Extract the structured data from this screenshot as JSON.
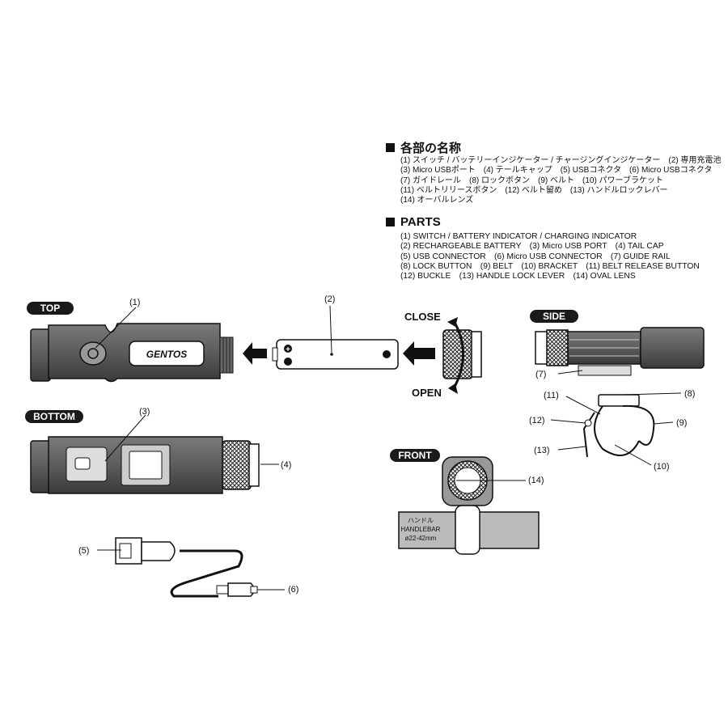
{
  "jp_section": {
    "heading": "各部の名称",
    "lines": [
      "(1) スイッチ / バッテリーインジケーター / チャージングインジケーター　(2) 専用充電池",
      "(3) Micro USBポート　(4) テールキャップ　(5) USBコネクタ　(6) Micro USBコネクタ",
      "(7) ガイドレール　(8) ロックボタン　(9) ベルト　(10) パワーブラケット",
      "(11) ベルトリリースボタン　(12) ベルト留め　(13) ハンドルロックレバー",
      "(14) オーバルレンズ"
    ]
  },
  "en_section": {
    "heading": "PARTS",
    "lines": [
      "(1) SWITCH / BATTERY INDICATOR / CHARGING INDICATOR",
      "(2) RECHARGEABLE BATTERY　(3) Micro USB PORT　(4) TAIL CAP",
      "(5) USB CONNECTOR　(6) Micro USB CONNECTOR　(7) GUIDE RAIL",
      "(8) LOCK BUTTON　(9) BELT　(10) BRACKET　(11) BELT RELEASE BUTTON",
      "(12) BUCKLE　(13) HANDLE LOCK LEVER　(14) OVAL LENS"
    ]
  },
  "views": {
    "top": "TOP",
    "bottom": "BOTTOM",
    "side": "SIDE",
    "front": "FRONT"
  },
  "cap_labels": {
    "close": "CLOSE",
    "open": "OPEN"
  },
  "brand": "GENTOS",
  "battery_marks": {
    "plus": "+",
    "minus": "-"
  },
  "handlebar": {
    "jp": "ハンドル",
    "en": "HANDLEBAR",
    "size": "ø22-42mm"
  },
  "callouts": {
    "c1": "(1)",
    "c2": "(2)",
    "c3": "(3)",
    "c4": "(4)",
    "c5": "(5)",
    "c6": "(6)",
    "c7": "(7)",
    "c8": "(8)",
    "c9": "(9)",
    "c10": "(10)",
    "c11": "(11)",
    "c12": "(12)",
    "c13": "(13)",
    "c14": "(14)"
  }
}
